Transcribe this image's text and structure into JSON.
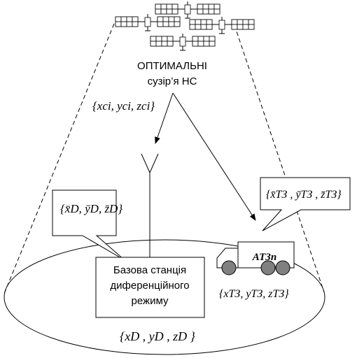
{
  "satellites": {
    "caption_line1": "ОПТИМАЛЬНІ",
    "caption_line2": "сузір’я НС"
  },
  "coords_satellite": "{xci, yci, zci}",
  "callout_base_estimate": "{x̄D, ȳD, z̄D}",
  "callout_vehicle_estimate": "{x̄ТЗ , ȳТЗ , z̄ТЗ}",
  "vehicle": {
    "label": "АТЗп"
  },
  "base_station": {
    "line1": "Базова станція",
    "line2": "диференційного",
    "line3": "режиму"
  },
  "coords_vehicle": "{xТЗ, yТЗ, zТЗ}",
  "coords_base": "{xD , yD , zD }",
  "colors": {
    "stroke": "#000000",
    "background": "#ffffff"
  }
}
